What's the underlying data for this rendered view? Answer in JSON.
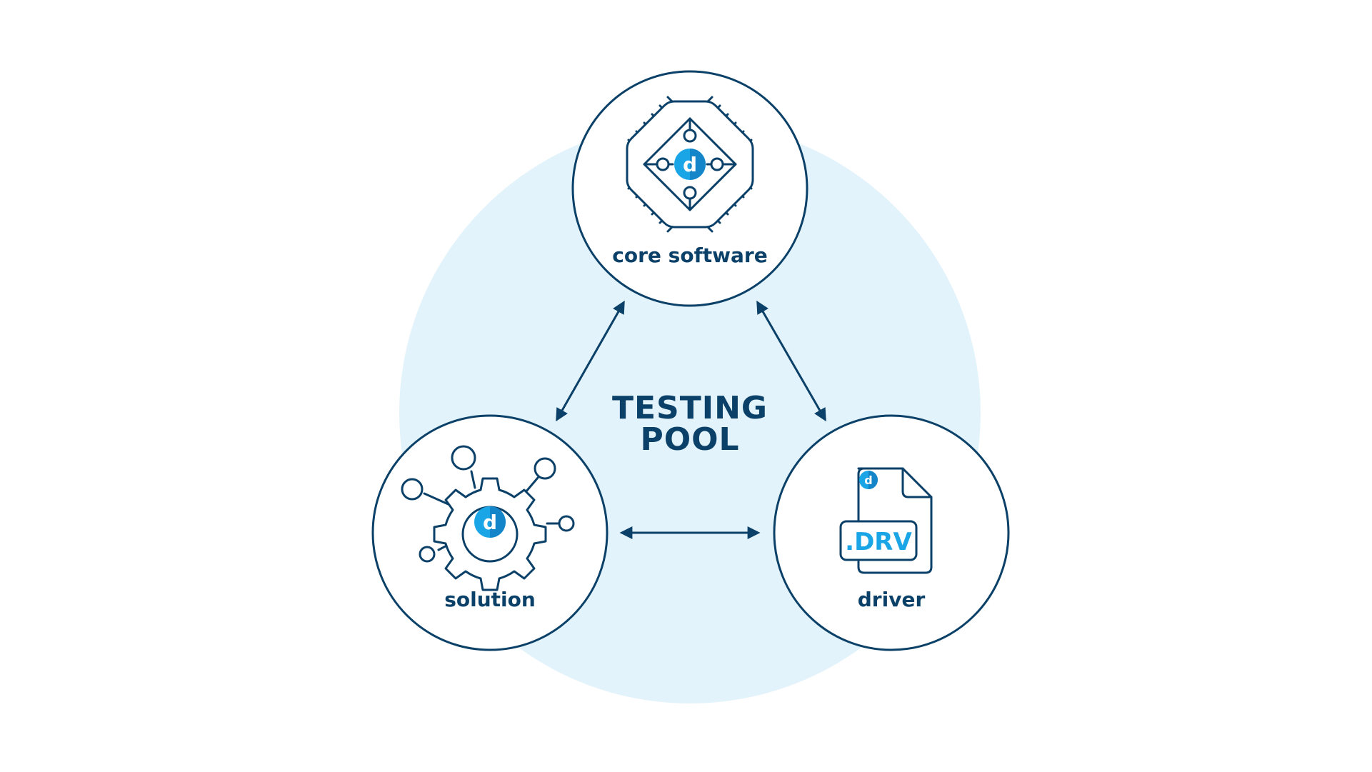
{
  "diagram": {
    "center_title_line1": "TESTING",
    "center_title_line2": "POOL",
    "nodes": [
      {
        "id": "core",
        "label": "core software",
        "icon": "chip-icon"
      },
      {
        "id": "solution",
        "label": "solution",
        "icon": "gear-network-icon"
      },
      {
        "id": "driver",
        "label": "driver",
        "icon": "drv-file-icon",
        "file_badge": ".DRV"
      }
    ],
    "edges": [
      {
        "from": "core",
        "to": "solution",
        "direction": "bidirectional"
      },
      {
        "from": "core",
        "to": "driver",
        "direction": "bidirectional"
      },
      {
        "from": "solution",
        "to": "driver",
        "direction": "bidirectional"
      }
    ],
    "logo_letter": "d"
  },
  "colors": {
    "pool_background": "#e3f3fb",
    "line": "#0b4168",
    "accent": "#1aa6e6",
    "accent_dark": "#1485c9"
  }
}
